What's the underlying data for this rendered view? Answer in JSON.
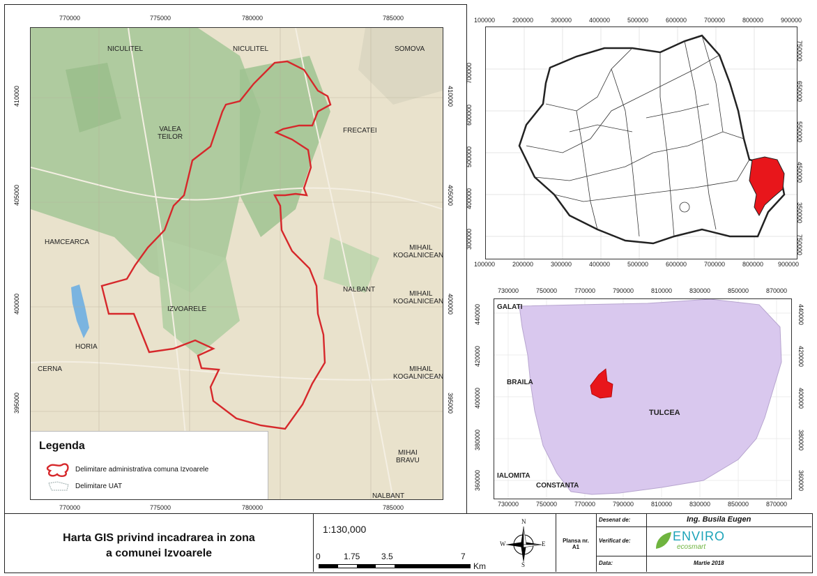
{
  "main_map": {
    "top_ticks": [
      "770000",
      "775000",
      "780000",
      "785000"
    ],
    "bottom_ticks": [
      "770000",
      "775000",
      "780000",
      "785000"
    ],
    "left_ticks": [
      "410000",
      "405000",
      "400000",
      "395000"
    ],
    "right_ticks": [
      "410000",
      "405000",
      "400000",
      "395000"
    ],
    "places": [
      "NICULITEL",
      "NICULITEL",
      "SOMOVA",
      "VALEA\nTEILOR",
      "FRECATEI",
      "HAMCEARCA",
      "MIHAIL\nKOGALNICEANU",
      "NALBANT",
      "MIHAIL\nKOGALNICEANU",
      "IZVOARELE",
      "HORIA",
      "CERNA",
      "MIHAIL\nKOGALNICEANU",
      "MIHAI\nBRAVU",
      "NALBANT"
    ],
    "legend": {
      "title": "Legenda",
      "items": [
        "Delimitare administrativa comuna Izvoarele",
        "Delimitare UAT"
      ]
    }
  },
  "romania_map": {
    "top_ticks": [
      "100000",
      "200000",
      "300000",
      "400000",
      "500000",
      "600000",
      "700000",
      "800000",
      "900000"
    ],
    "bottom_ticks": [
      "100000",
      "200000",
      "300000",
      "400000",
      "500000",
      "600000",
      "700000",
      "800000",
      "900000"
    ],
    "left_ticks": [
      "700000",
      "600000",
      "500000",
      "400000",
      "300000"
    ],
    "right_ticks": [
      "750000",
      "650000",
      "550000",
      "450000",
      "350000",
      "750000"
    ]
  },
  "county_map": {
    "top_ticks": [
      "730000",
      "750000",
      "770000",
      "790000",
      "810000",
      "830000",
      "850000",
      "870000"
    ],
    "bottom_ticks": [
      "730000",
      "750000",
      "770000",
      "790000",
      "810000",
      "830000",
      "850000",
      "870000"
    ],
    "left_ticks": [
      "440000",
      "420000",
      "400000",
      "380000",
      "360000"
    ],
    "right_ticks": [
      "440000",
      "420000",
      "400000",
      "380000",
      "360000"
    ],
    "labels": [
      "GALATI",
      "BRAILA",
      "TULCEA",
      "IALOMITA",
      "CONSTANTA"
    ]
  },
  "title_block": {
    "title_line1": "Harta GIS privind incadrarea in zona",
    "title_line2": "a comunei  Izvoarele",
    "scale": "1:130,000",
    "scalebar_labels": [
      "0",
      "1.75",
      "3.5",
      "7"
    ],
    "scalebar_unit": "Km",
    "north": "N",
    "south": "S",
    "east": "E",
    "west": "W",
    "plansa": "Plansa nr.\nA1",
    "desenat_label": "Desenat de:",
    "desenat_value": "Ing. Busila Eugen",
    "verificat_label": "Verificat de:",
    "logo_top": "ENVIRO",
    "logo_bottom": "ecosmart",
    "data_label": "Data:",
    "data_value": "Martie 2018"
  },
  "colors": {
    "map_base": "#e9e2cc",
    "forest": "#a8c99a",
    "boundary": "#d6282b",
    "county_fill": "#d9c8ee",
    "highlight": "#e8161b"
  }
}
